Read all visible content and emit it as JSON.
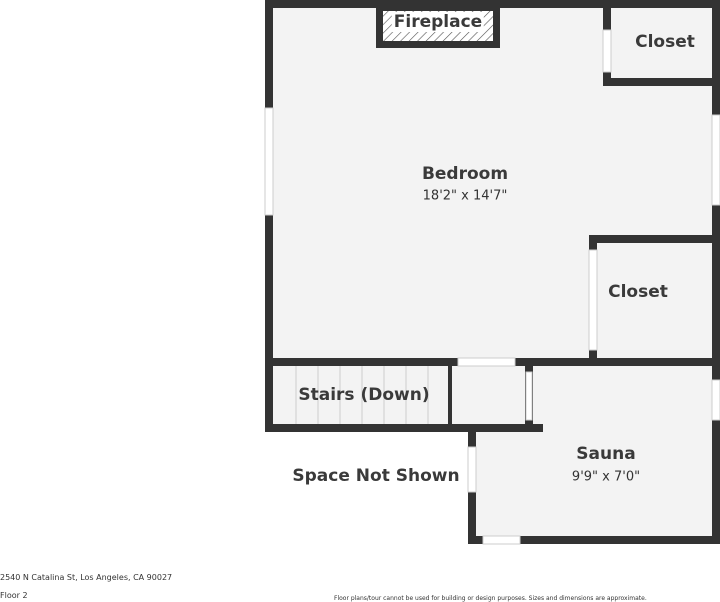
{
  "rooms": {
    "fireplace": "Fireplace",
    "closet_top": "Closet",
    "bedroom": {
      "name": "Bedroom",
      "dimensions": "18'2\" x 14'7\""
    },
    "closet_mid": "Closet",
    "stairs": "Stairs (Down)",
    "space_not_shown": "Space Not Shown",
    "sauna": {
      "name": "Sauna",
      "dimensions": "9'9\" x 7'0\""
    }
  },
  "footer": {
    "address": "2540 N Catalina St, Los Angeles, CA 90027",
    "floor": "Floor 2",
    "disclaimer": "Floor plans/tour cannot be used for building or design purposes. Sizes and dimensions are approximate."
  },
  "colors": {
    "wall": "#333333",
    "floor": "#f3f3f3"
  }
}
